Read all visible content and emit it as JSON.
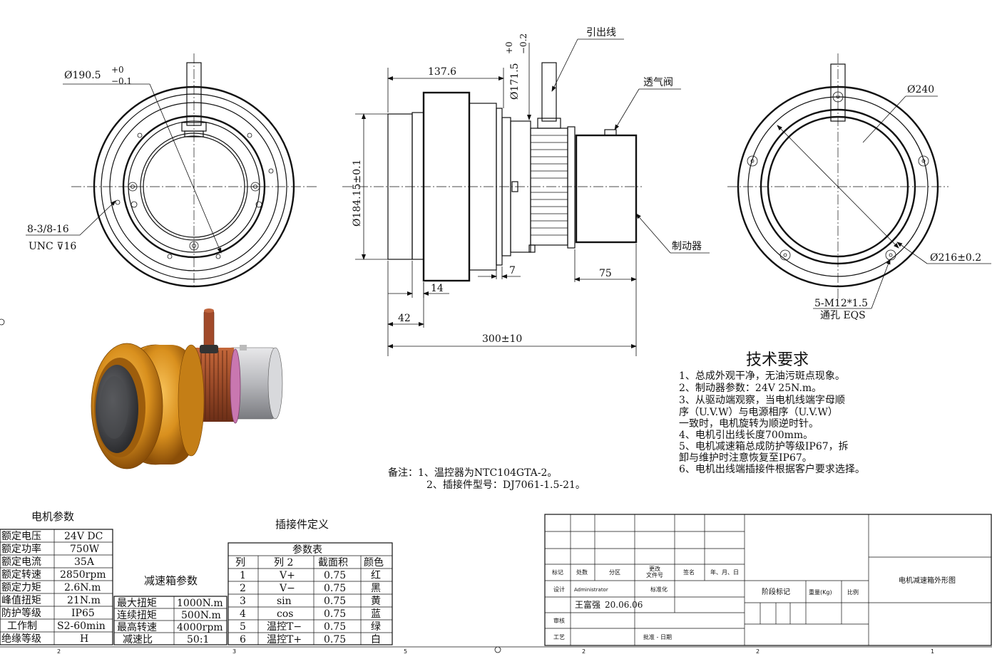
{
  "front_view": {
    "diameter_label": "Ø190.5",
    "tol_plus": "+0",
    "tol_minus": "−0.1",
    "thread_label": "8-3/8-16",
    "thread_label2": "UNC ⊽16"
  },
  "side_view": {
    "dim_137": "137.6",
    "dim_171": "Ø171.5",
    "dim_171_tol_plus": "+0",
    "dim_171_tol_minus": "−0.2",
    "lead_wire": "引出线",
    "vent_valve": "透气阀",
    "brake": "制动器",
    "dim_184": "Ø184.15±0.1",
    "dim_14": "14",
    "dim_7": "7",
    "dim_75": "75",
    "dim_42": "42",
    "dim_300": "300±10"
  },
  "rear_view": {
    "dim_240": "Ø240",
    "dim_216": "Ø216±0.2",
    "holes": "5-M12*1.5",
    "holes2": "通孔 EQS"
  },
  "tech_req": {
    "title": "技术要求",
    "lines": [
      "1、总成外观干净，无油污斑点现象。",
      "2、制动器参数：24V 25N.m。",
      "3、从驱动端观察，当电机线端字母顺",
      "   序（U.V.W）与电源相序（U.V.W）",
      "   一致时，电机旋转为顺逆时针。",
      "4、电机引出线长度700mm。",
      "5、电机减速箱总成防护等级IP67，拆",
      "   卸与维护时注意恢复至IP67。",
      "6、电机出线端插接件根据客户要求选择。"
    ]
  },
  "notes": {
    "line1": "备注：1、温控器为NTC104GTA-2。",
    "line2": "2、插接件型号：DJ7061-1.5-21。"
  },
  "motor_params": {
    "title": "电机参数",
    "rows": [
      [
        "额定电压",
        "24V DC"
      ],
      [
        "额定功率",
        "750W"
      ],
      [
        "额定电流",
        "35A"
      ],
      [
        "额定转速",
        "2850rpm"
      ],
      [
        "额定力矩",
        "2.6N.m"
      ],
      [
        "峰值扭矩",
        "21N.m"
      ],
      [
        "防护等级",
        "IP65"
      ],
      [
        "工作制",
        "S2-60min"
      ],
      [
        "绝缘等级",
        "H"
      ]
    ]
  },
  "gearbox_params": {
    "title": "减速箱参数",
    "rows": [
      [
        "最大扭矩",
        "1000N.m"
      ],
      [
        "连续扭矩",
        "500N.m"
      ],
      [
        "最高转速",
        "4000rpm"
      ],
      [
        "减速比",
        "50:1"
      ]
    ]
  },
  "connector": {
    "title": "插接件定义",
    "table_title": "参数表",
    "headers": [
      "列",
      "列 2",
      "截面积",
      "颜色"
    ],
    "rows": [
      [
        "1",
        "V+",
        "0.75",
        "红"
      ],
      [
        "2",
        "V−",
        "0.75",
        "黑"
      ],
      [
        "3",
        "sin",
        "0.75",
        "黄"
      ],
      [
        "4",
        "cos",
        "0.75",
        "蓝"
      ],
      [
        "5",
        "温控T−",
        "0.75",
        "绿"
      ],
      [
        "6",
        "温控T+",
        "0.75",
        "白"
      ]
    ]
  },
  "title_block": {
    "marks": "标记",
    "count": "处数",
    "zone": "分区",
    "change_doc": "更改",
    "change_doc2": "文件号",
    "sign": "签名",
    "date": "年、月、日",
    "design": "设计",
    "designer": "Administrator",
    "standard": "标准化",
    "stage": "阶段标记",
    "weight": "重量(Kg)",
    "scale": "比例",
    "drawer": "王富强",
    "draw_date": "20.06.06",
    "review": "审核",
    "process": "工艺",
    "approve": "批准 - 日期",
    "drawing_title": "电机减速箱外形图"
  },
  "bottom_ruler": [
    "2",
    "3",
    "5",
    "2",
    "2",
    "1"
  ]
}
